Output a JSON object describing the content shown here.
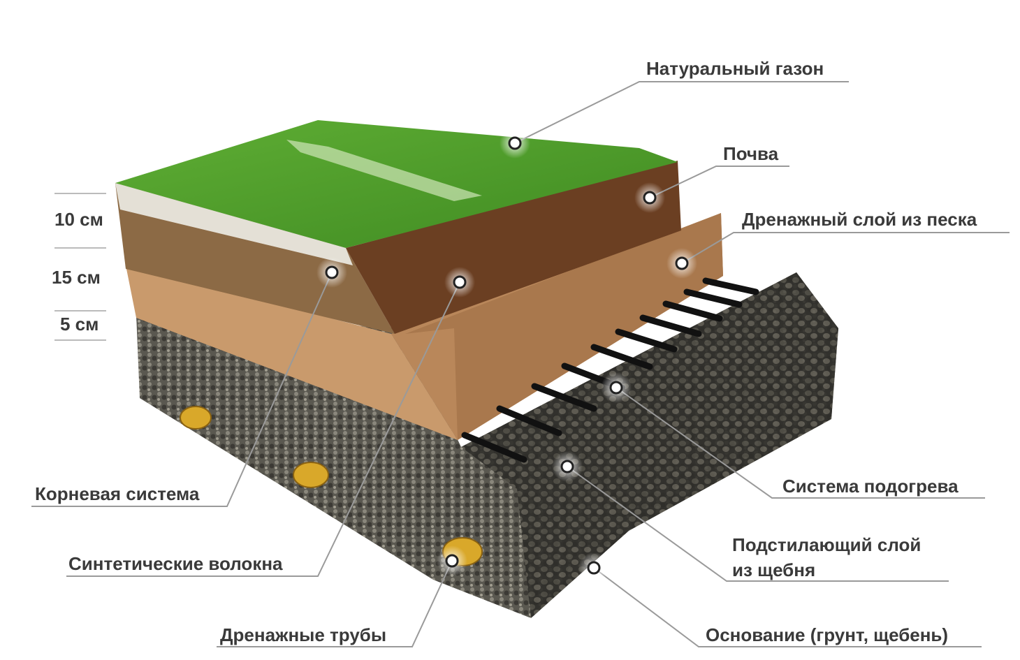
{
  "title": "Натуральный газон — схема слоёв",
  "depths": [
    "10 см",
    "15 см",
    "5 см"
  ],
  "labels": {
    "natural_lawn": "Натуральный газон",
    "soil": "Почва",
    "sand_drainage": "Дренажный слой из песка",
    "heating_system": "Система подогрева",
    "gravel_underlay_line1": "Подстилающий слой",
    "gravel_underlay_line2": "из щебня",
    "base": "Основание (грунт, щебень)",
    "root_system": "Корневая система",
    "synthetic_fibers": "Синтетические волокна",
    "drain_pipes": "Дренажные трубы"
  },
  "colors": {
    "grass": "#4f9a2a",
    "soil": "#6b3f22",
    "sand": "#c9986a",
    "gravel": "#6d6a60",
    "text": "#3a3a3a",
    "pipe": "#111111",
    "drain": "#d9a82a"
  }
}
